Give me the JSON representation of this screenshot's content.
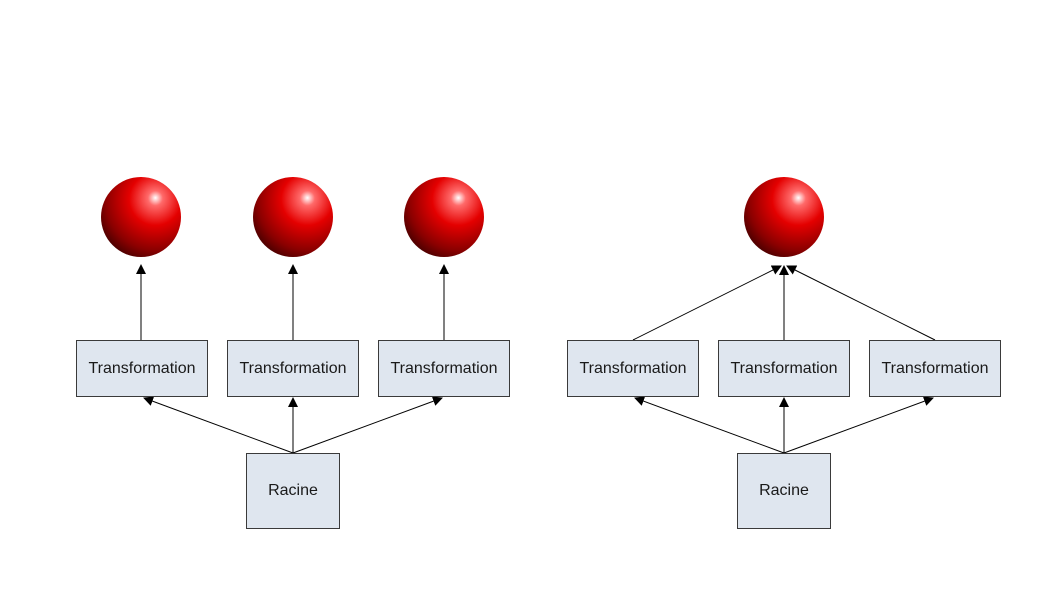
{
  "left_diagram": {
    "transformations": [
      {
        "label": "Transformation"
      },
      {
        "label": "Transformation"
      },
      {
        "label": "Transformation"
      }
    ],
    "root": {
      "label": "Racine"
    },
    "spheres": 3
  },
  "right_diagram": {
    "transformations": [
      {
        "label": "Transformation"
      },
      {
        "label": "Transformation"
      },
      {
        "label": "Transformation"
      }
    ],
    "root": {
      "label": "Racine"
    },
    "spheres": 1
  },
  "colors": {
    "box_fill": "#dfe6ef",
    "box_border": "#3a3a3a",
    "sphere": "#e00000",
    "arrow": "#000000"
  }
}
